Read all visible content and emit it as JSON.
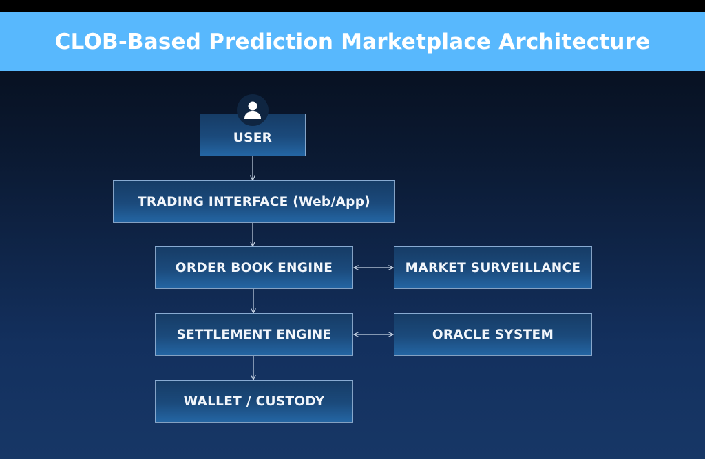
{
  "title": "CLOB-Based Prediction Marketplace Architecture",
  "colors": {
    "banner": "#58b8fd",
    "background_top": "#050a14",
    "background_bottom": "#173766",
    "node_fill_top": "#163c66",
    "node_fill_bottom": "#2465a3",
    "node_border": "#aac3e1",
    "connector": "#c9d6e6",
    "text": "#ffffff"
  },
  "nodes": {
    "user": {
      "label": "USER",
      "icon": "user-icon"
    },
    "trading_interface": {
      "label": "TRADING INTERFACE (Web/App)"
    },
    "order_book_engine": {
      "label": "ORDER BOOK ENGINE"
    },
    "market_surveillance": {
      "label": "MARKET SURVEILLANCE"
    },
    "settlement_engine": {
      "label": "SETTLEMENT ENGINE"
    },
    "oracle_system": {
      "label": "ORACLE SYSTEM"
    },
    "wallet_custody": {
      "label": "WALLET / CUSTODY"
    }
  },
  "edges": [
    {
      "from": "USER",
      "to": "TRADING INTERFACE (Web/App)",
      "type": "directed"
    },
    {
      "from": "TRADING INTERFACE (Web/App)",
      "to": "ORDER BOOK ENGINE",
      "type": "directed"
    },
    {
      "from": "ORDER BOOK ENGINE",
      "to": "SETTLEMENT ENGINE",
      "type": "directed"
    },
    {
      "from": "SETTLEMENT ENGINE",
      "to": "WALLET / CUSTODY",
      "type": "directed"
    },
    {
      "from": "ORDER BOOK ENGINE",
      "to": "MARKET SURVEILLANCE",
      "type": "bidirectional"
    },
    {
      "from": "SETTLEMENT ENGINE",
      "to": "ORACLE SYSTEM",
      "type": "bidirectional"
    }
  ]
}
